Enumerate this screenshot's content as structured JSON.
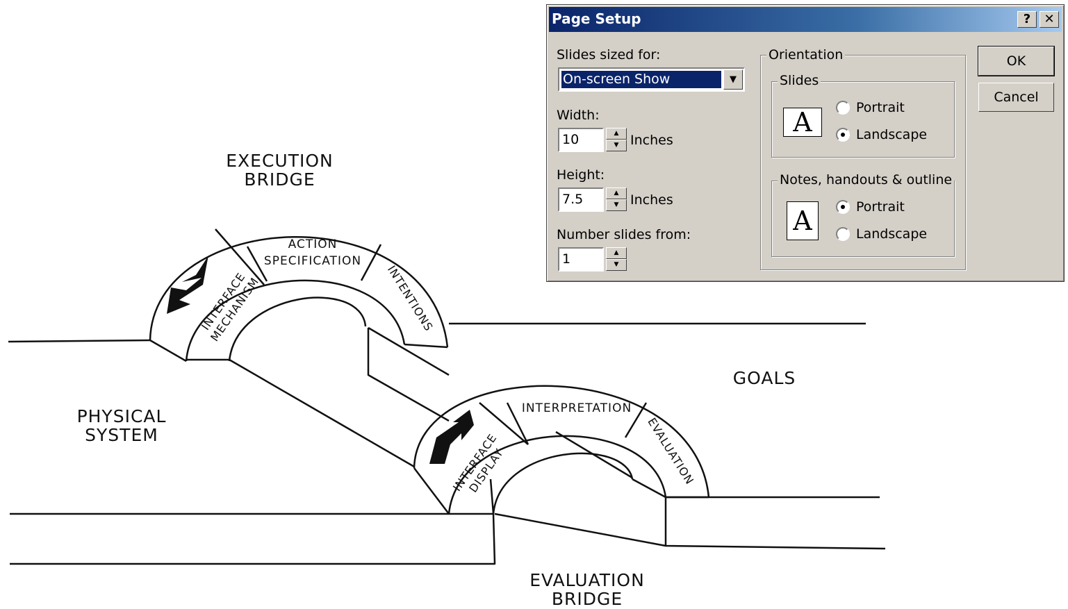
{
  "diagram": {
    "execution_bridge": "EXECUTION\nBRIDGE",
    "evaluation_bridge": "EVALUATION\nBRIDGE",
    "physical_system": "PHYSICAL\nSYSTEM",
    "goals": "GOALS",
    "arch1": {
      "left": "INTERFACE\nMECHANISM",
      "middle": "ACTION\nSPECIFICATION",
      "right": "INTENTIONS"
    },
    "arch2": {
      "left": "INTERFACE\nDISPLAY",
      "middle": "INTERPRETATION",
      "right": "EVALUATION"
    }
  },
  "dialog": {
    "title": "Page Setup",
    "help": "?",
    "close": "✕",
    "slides_sized_for_label": "Slides sized for:",
    "slides_sized_for_value": "On-screen Show",
    "width_label": "Width:",
    "width_value": "10",
    "width_unit": "Inches",
    "height_label": "Height:",
    "height_value": "7.5",
    "height_unit": "Inches",
    "number_from_label": "Number slides from:",
    "number_from_value": "1",
    "orientation_label": "Orientation",
    "slides_group": "Slides",
    "notes_group": "Notes, handouts & outline",
    "portrait": "Portrait",
    "landscape": "Landscape",
    "page_glyph": "A",
    "ok": "OK",
    "cancel": "Cancel",
    "slides_orientation": "landscape",
    "notes_orientation": "portrait"
  }
}
